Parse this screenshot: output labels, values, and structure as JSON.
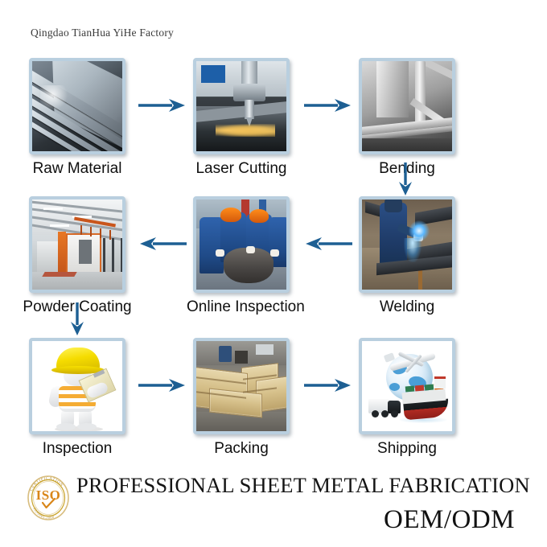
{
  "header": {
    "company_name": "Qingdao TianHua YiHe Factory"
  },
  "process": {
    "steps": [
      {
        "id": "raw-material",
        "label": "Raw Material",
        "image_alt": "stacked steel sheets",
        "row": 1,
        "col": 1
      },
      {
        "id": "laser-cutting",
        "label": "Laser Cutting",
        "image_alt": "CNC laser cutting head cutting steel plate",
        "row": 1,
        "col": 2
      },
      {
        "id": "bending",
        "label": "Bending",
        "image_alt": "press brake bending sheet metal",
        "row": 1,
        "col": 3
      },
      {
        "id": "welding",
        "label": "Welding",
        "image_alt": "worker welding steel frames",
        "row": 2,
        "col": 3
      },
      {
        "id": "online-inspection",
        "label": "Online Inspection",
        "image_alt": "workers in orange helmets inspecting part",
        "row": 2,
        "col": 2
      },
      {
        "id": "powder-coating",
        "label": "Powder Coating",
        "image_alt": "powder coating booth line in factory hall",
        "row": 2,
        "col": 1
      },
      {
        "id": "inspection",
        "label": "Inspection",
        "image_alt": "3D figure with yellow hard hat and clipboard",
        "row": 3,
        "col": 1
      },
      {
        "id": "packing",
        "label": "Packing",
        "image_alt": "wooden export crates in warehouse",
        "row": 3,
        "col": 2
      },
      {
        "id": "shipping",
        "label": "Shipping",
        "image_alt": "globe, airplane, container ship and truck",
        "row": 3,
        "col": 3
      }
    ],
    "connectors": [
      {
        "id": "raw-to-laser",
        "direction": "right"
      },
      {
        "id": "laser-to-bending",
        "direction": "right"
      },
      {
        "id": "bending-to-welding",
        "direction": "down"
      },
      {
        "id": "welding-to-online",
        "direction": "left"
      },
      {
        "id": "online-to-powder",
        "direction": "left"
      },
      {
        "id": "powder-to-inspection",
        "direction": "down"
      },
      {
        "id": "inspection-to-packing",
        "direction": "right"
      },
      {
        "id": "packing-to-shipping",
        "direction": "right"
      }
    ]
  },
  "footer": {
    "iso_badge": {
      "mark": "ISO",
      "rim_top": "CERTIFICATION",
      "rim_bottom": "ISO9001:2008"
    },
    "tagline": "PROFESSIONAL SHEET METAL FABRICATION",
    "subtagline": "OEM/ODM"
  },
  "colors": {
    "background": "#ffffff",
    "arrow": "#1d5f93",
    "frame_border": "#b9cfdf",
    "label_text": "#101010",
    "iso_gold": "#c9a227",
    "iso_orange": "#d98619"
  }
}
